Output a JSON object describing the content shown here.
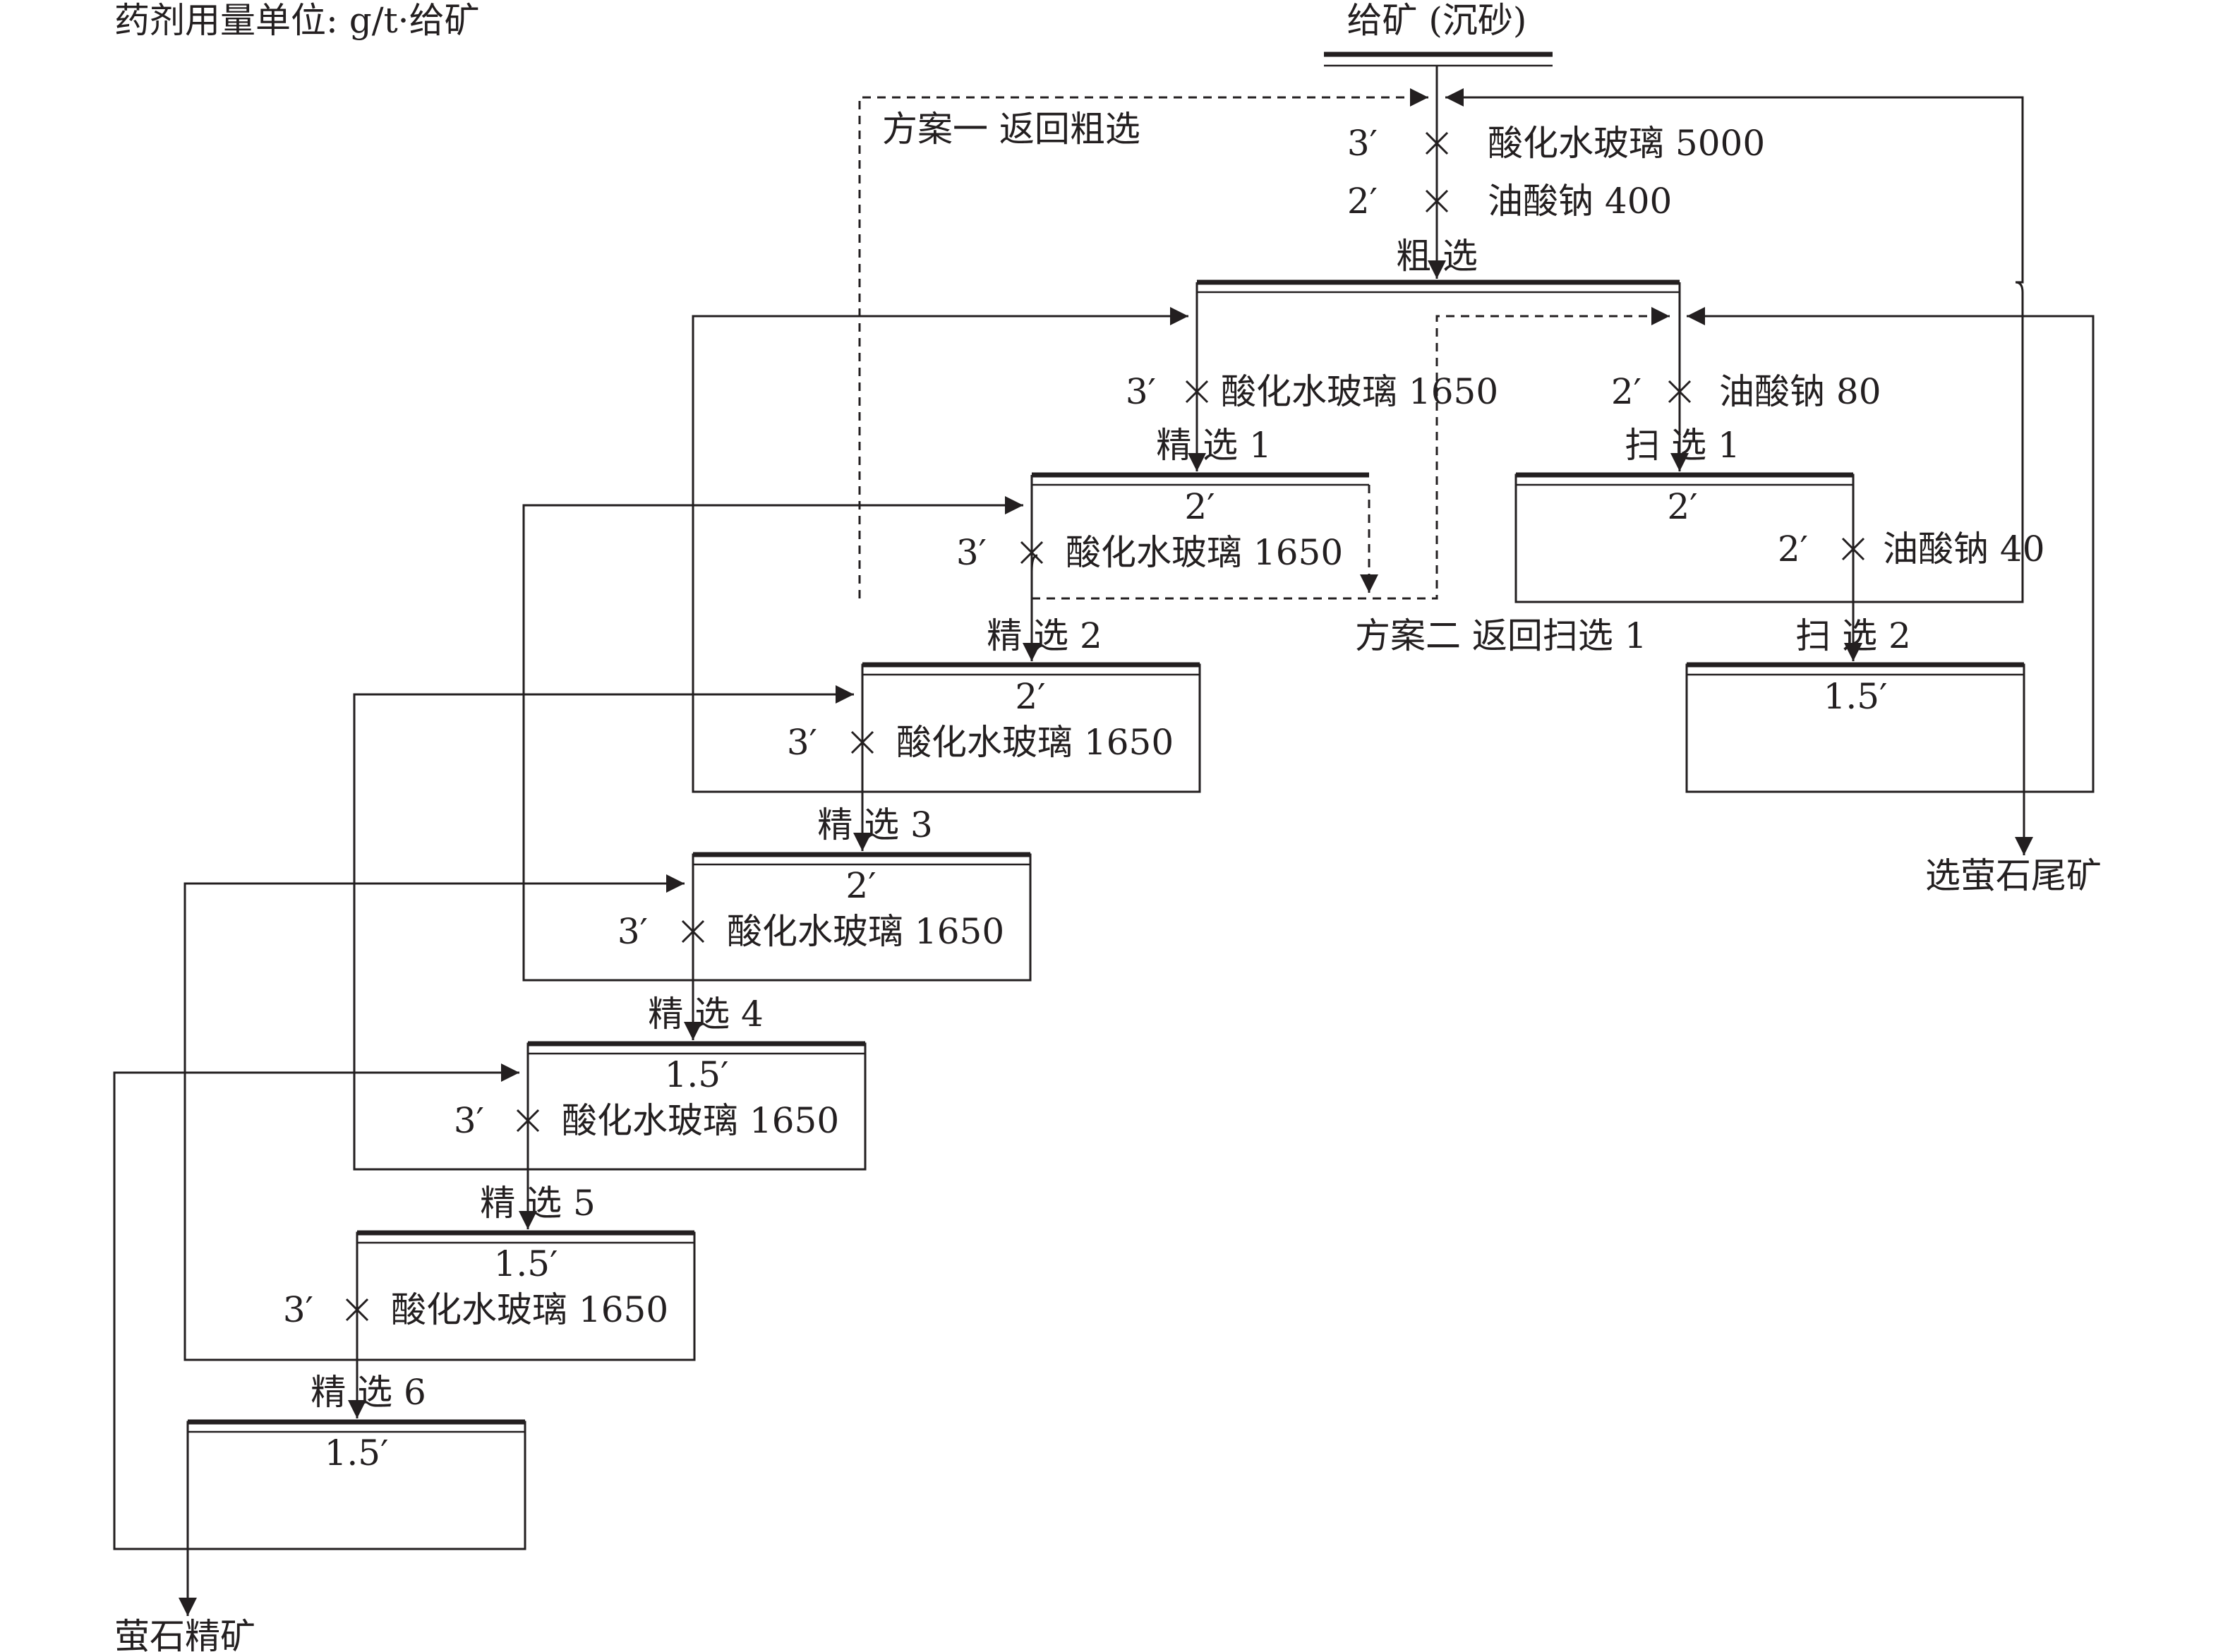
{
  "header": {
    "unit_note": "药剂用量单位: g/t·给矿"
  },
  "feed": {
    "label": "给矿 (沉砂)"
  },
  "rougher": {
    "label": "粗 选",
    "reagents": [
      {
        "time": "3′",
        "text": "酸化水玻璃 5000"
      },
      {
        "time": "2′",
        "text": "油酸钠 400"
      }
    ]
  },
  "cleaner1_reagent": {
    "time": "3′",
    "text": "酸化水玻璃 1650"
  },
  "scav1_reagent": {
    "time": "2′",
    "text": "油酸钠 80"
  },
  "scav2_reagent": {
    "time": "2′",
    "text": "油酸钠 40"
  },
  "cleaners": [
    {
      "label": "精 选 1",
      "time": "2′",
      "reagent_time": "3′",
      "reagent": "酸化水玻璃 1650"
    },
    {
      "label": "精 选 2",
      "time": "2′",
      "reagent_time": "3′",
      "reagent": "酸化水玻璃 1650"
    },
    {
      "label": "精 选 3",
      "time": "2′",
      "reagent_time": "3′",
      "reagent": "酸化水玻璃 1650"
    },
    {
      "label": "精 选 4",
      "time": "1.5′",
      "reagent_time": "3′",
      "reagent": "酸化水玻璃 1650"
    },
    {
      "label": "精 选 5",
      "time": "1.5′",
      "reagent_time": "3′",
      "reagent": "酸化水玻璃 1650"
    },
    {
      "label": "精 选 6",
      "time": "1.5′"
    }
  ],
  "scavengers": [
    {
      "label": "扫 选 1",
      "time": "2′"
    },
    {
      "label": "扫 选 2",
      "time": "1.5′"
    }
  ],
  "schemes": {
    "scheme1": "方案一 返回粗选",
    "scheme2": "方案二 返回扫选 1"
  },
  "products": {
    "concentrate": "萤石精矿",
    "tailings": "选萤石尾矿"
  }
}
